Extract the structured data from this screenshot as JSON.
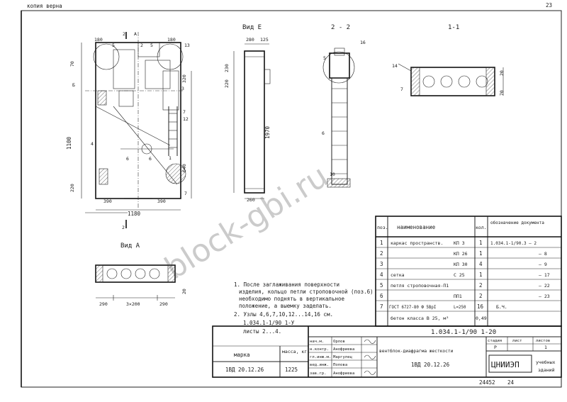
{
  "header": {
    "copy_label": "копия верна",
    "sheet_number": "23"
  },
  "views": {
    "section_2_2": "2 - 2",
    "section_1_1": "1-1",
    "view_e": "Вид Е",
    "view_a": "Вид А"
  },
  "dimensions": {
    "d180_left": "180",
    "d180_right": "180",
    "d70": "70",
    "d320": "320",
    "d1100": "1100",
    "d220": "220",
    "d640": "640",
    "d390_left": "390",
    "d390_right": "390",
    "d1180": "1180",
    "d280": "280",
    "d125": "125",
    "d230": "230",
    "d220_e": "220",
    "d1970": "1970",
    "d260": "260",
    "d20_r": "20",
    "d70_r": "70",
    "d290_left": "290",
    "d3x200": "3×200",
    "d290_right": "290",
    "d20_a": "20"
  },
  "callouts": {
    "c2": "2",
    "c5": "5",
    "c13": "13",
    "c3": "3",
    "c4": "4",
    "c7": "7",
    "c12": "12",
    "c6": "6",
    "c1": "1",
    "c16": "16",
    "c10": "10",
    "c14": "14",
    "cB": "Б",
    "cA": "А",
    "cE": "Е"
  },
  "spec_table": {
    "col_pos": "поз.",
    "col_name": "наименование",
    "col_qty": "кол.",
    "col_doc": "обозначение документа",
    "rows": [
      {
        "pos": "1",
        "name": "каркас пространств.",
        "mark": "КП 3",
        "qty": "1",
        "doc": "1.034.1-1/90.3 — 2"
      },
      {
        "pos": "2",
        "name": "",
        "mark": "КП 26",
        "qty": "1",
        "doc": "— 8"
      },
      {
        "pos": "3",
        "name": "",
        "mark": "КП 30",
        "qty": "4",
        "doc": "— 9"
      },
      {
        "pos": "4",
        "name": "сетка",
        "mark": "С 25",
        "qty": "1",
        "doc": "— 17"
      },
      {
        "pos": "5",
        "name": "петля строповочная-П1",
        "mark": "",
        "qty": "2",
        "doc": "— 22"
      },
      {
        "pos": "6",
        "name": "",
        "mark": "ПП1",
        "qty": "2",
        "doc": "— 23"
      },
      {
        "pos": "7",
        "name": "ГОСТ 6727-80 Ф 5ВрI",
        "mark": "L=250",
        "qty": "16",
        "doc": "Б.Ч."
      },
      {
        "pos": "",
        "name": "бетон класса В 25, м³",
        "mark": "",
        "qty": "0,49",
        "doc": ""
      }
    ]
  },
  "notes": {
    "note1_line1": "1. После заглаживания поверхности",
    "note1_line2": "изделия, кольцо петли строповочной (поз.6)",
    "note1_line3": "необходимо поднять в вертикальное",
    "note1_line4": "положение, а выемку заделать.",
    "note2_line1": "2. Узлы 4,6,7,10,12...14,16 см.",
    "note2_line2": "1.034.1-1/90 1-У",
    "note2_line3": "листы 2...4."
  },
  "title_block": {
    "doc_code": "1.034.1-1/90 1-20",
    "mark_header": "марка",
    "mass_header": "масса, кг",
    "mark_value": "1ВД 20.12.26",
    "mass_value": "1225",
    "roles": [
      {
        "role": "нач.м.",
        "name": "Орлов"
      },
      {
        "role": "н.контр.",
        "name": "Анофриева"
      },
      {
        "role": "гл.инж.м.",
        "name": "Маргулец"
      },
      {
        "role": "вед.инж.",
        "name": "Попова"
      },
      {
        "role": "зав.гр.",
        "name": "Анофриева"
      }
    ],
    "product_title": "вентблок-диафрагма жесткости",
    "product_mark": "1ВД 20.12.26",
    "stage_header": "стадия",
    "sheet_header": "лист",
    "sheets_header": "листов",
    "stage_value": "Р",
    "sheets_value": "1",
    "org_name": "ЦНИИЭП",
    "org_sub1": "учебных",
    "org_sub2": "зданий"
  },
  "footer": {
    "inv_number": "24452",
    "page": "24"
  },
  "watermark": {
    "text": "block-gbi.ru"
  }
}
